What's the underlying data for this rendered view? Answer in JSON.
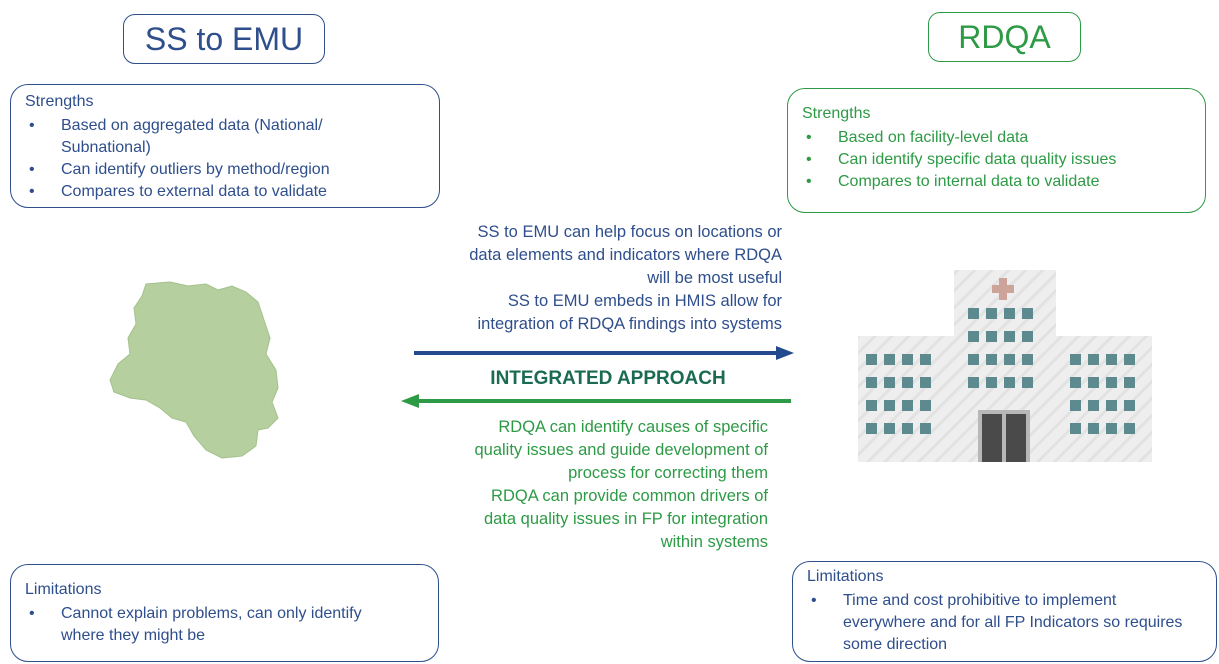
{
  "left": {
    "title": "SS to EMU",
    "strengths": {
      "header": "Strengths",
      "items": [
        "Based on aggregated data (National/ Subnational)",
        "Can identify outliers by method/region",
        "Compares to external data to validate"
      ]
    },
    "limitations": {
      "header": "Limitations",
      "items": [
        "Cannot explain problems, can only identify where they might be"
      ]
    }
  },
  "right": {
    "title": "RDQA",
    "strengths": {
      "header": "Strengths",
      "items": [
        "Based on facility-level data",
        "Can identify specific data quality issues",
        "Compares to internal data to validate"
      ]
    },
    "limitations": {
      "header": "Limitations",
      "items": [
        "Time and cost prohibitive to implement everywhere and for all FP Indicators so requires some direction"
      ]
    }
  },
  "center": {
    "top_lines": [
      "SS to EMU can help focus on locations or",
      "data elements and indicators where RDQA",
      "will be most useful",
      "SS to EMU embeds in HMIS allow for",
      "integration of RDQA findings into systems"
    ],
    "approach_label": "INTEGRATED APPROACH",
    "bottom_lines": [
      "RDQA can identify causes of specific",
      "quality issues and guide development of",
      "process for correcting them",
      "RDQA can provide common drivers of",
      "data quality issues in FP for integration",
      "within systems"
    ]
  },
  "colors": {
    "blue": "#2e4e8c",
    "green": "#2d9a45",
    "map_fill": "#b5cf9f",
    "window_teal": "#5c8a8f"
  },
  "icons": {
    "map": "country-map-icon",
    "hospital": "hospital-building-icon"
  }
}
